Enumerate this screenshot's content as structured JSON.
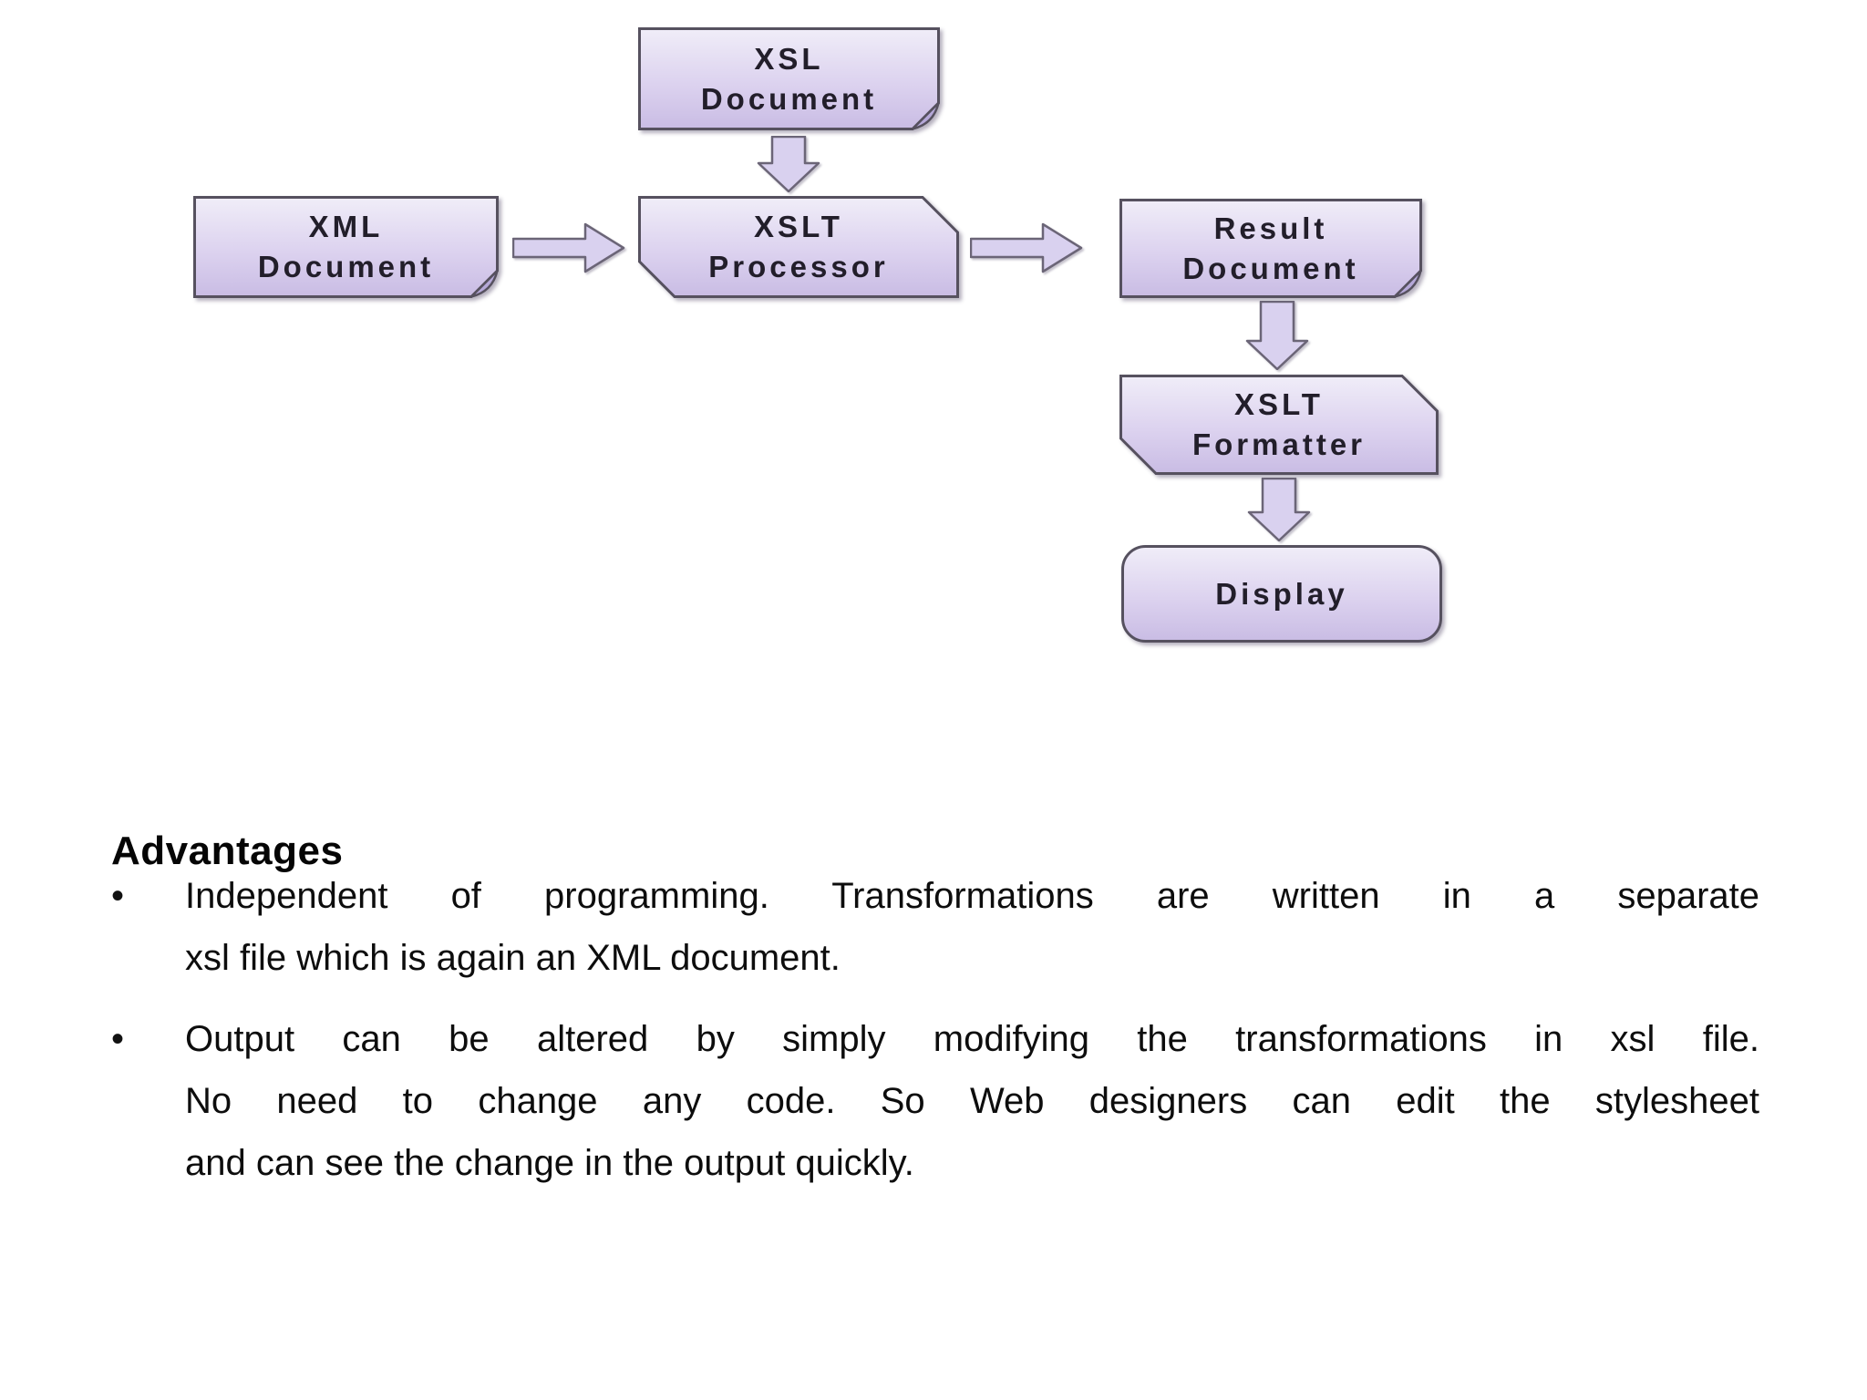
{
  "diagram": {
    "nodes": [
      {
        "id": "xsl-document",
        "shape": "document",
        "lines": [
          "XSL",
          "Document"
        ]
      },
      {
        "id": "xml-document",
        "shape": "document",
        "lines": [
          "XML",
          "Document"
        ]
      },
      {
        "id": "xslt-processor",
        "shape": "process",
        "lines": [
          "XSLT",
          "Processor"
        ]
      },
      {
        "id": "result-document",
        "shape": "document",
        "lines": [
          "Result",
          "Document"
        ]
      },
      {
        "id": "xslt-formatter",
        "shape": "process",
        "lines": [
          "XSLT",
          "Formatter"
        ]
      },
      {
        "id": "display",
        "shape": "rounded",
        "lines": [
          "Display"
        ]
      }
    ],
    "connections": [
      {
        "from": "xsl-document",
        "to": "xslt-processor",
        "direction": "down"
      },
      {
        "from": "xml-document",
        "to": "xslt-processor",
        "direction": "right"
      },
      {
        "from": "xslt-processor",
        "to": "result-document",
        "direction": "right"
      },
      {
        "from": "result-document",
        "to": "xslt-formatter",
        "direction": "down"
      },
      {
        "from": "xslt-formatter",
        "to": "display",
        "direction": "down"
      }
    ]
  },
  "advantages": {
    "heading": "Advantages",
    "bullet_char": "•",
    "bullets": [
      {
        "lines": [
          "Independent of programming. Transformations are written in a separate",
          "xsl file which is again an XML document."
        ]
      },
      {
        "lines": [
          "Output can be altered by simply modifying the transformations in xsl file.",
          "No need to change any code. So Web designers can edit the stylesheet",
          "and can see the change in the output quickly."
        ]
      }
    ]
  },
  "colors": {
    "box_gradient_top": "#f0edf8",
    "box_gradient_mid": "#dcd2ef",
    "box_gradient_bottom": "#c9bce4",
    "box_border": "#56515f",
    "fold_fill": "#b5a8d8",
    "arrow_fill": "#d9d1ef",
    "arrow_border": "#6b6577",
    "node_text": "#221e2a",
    "body_text": "#0d0d0d",
    "background": "#ffffff"
  }
}
